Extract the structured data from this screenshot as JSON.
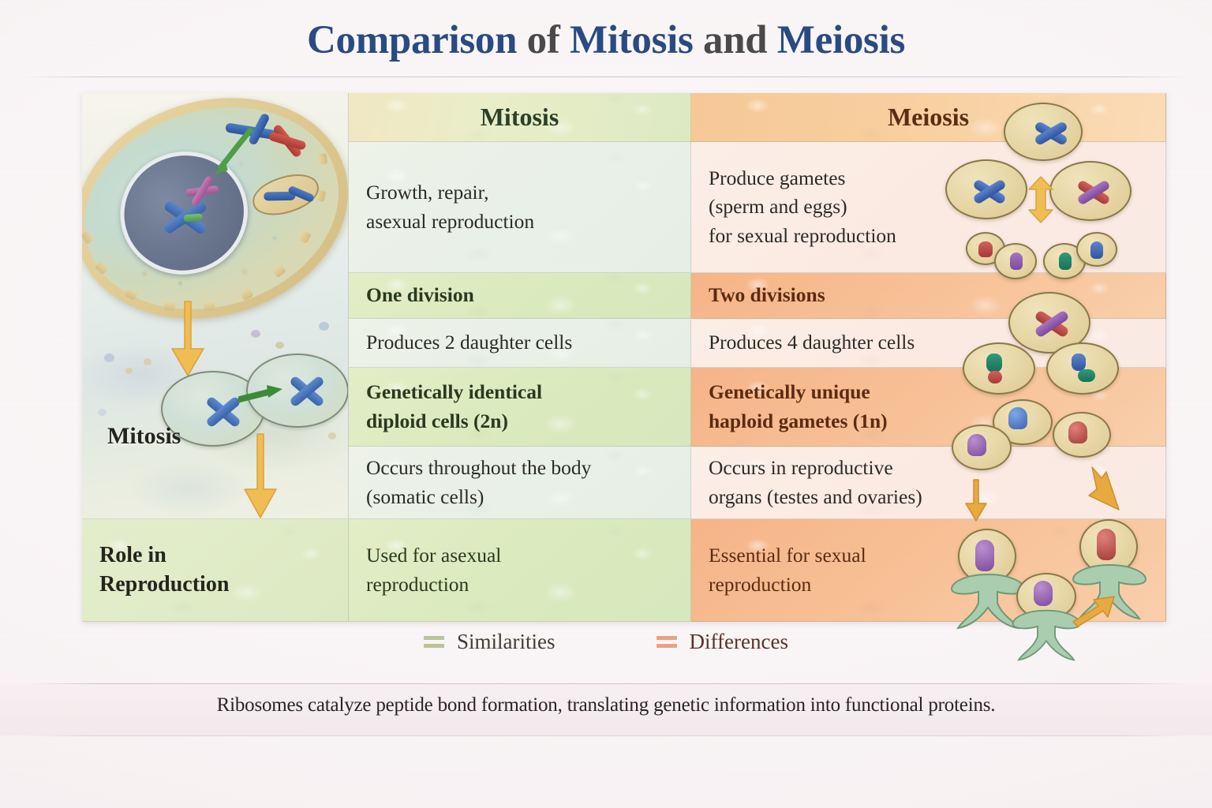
{
  "title": {
    "part1": "Comparison",
    "part2": "of",
    "part3": "Mitosis",
    "part4": "and",
    "part5": "Meiosis"
  },
  "table": {
    "headers": {
      "label_col": "",
      "mitosis": "Mitosis",
      "meiosis": "Meiosis"
    },
    "rows": [
      {
        "label": "",
        "mitosis": "Growth, repair,\nasexual reproduction",
        "meiosis": "Produce gametes\n(sperm and eggs)\nfor sexual reproduction",
        "highlight": false
      },
      {
        "label": "",
        "mitosis": "One division",
        "meiosis": "Two divisions",
        "highlight": true
      },
      {
        "label": "",
        "mitosis": "Produces 2 daughter cells",
        "meiosis": "Produces 4 daughter cells",
        "highlight": false
      },
      {
        "label": "",
        "mitosis": "Genetically identical\ndiploid cells (2n)",
        "meiosis": "Genetically unique\nhaploid gametes (1n)",
        "highlight": true
      },
      {
        "label": "",
        "mitosis": "Occurs throughout the body\n(somatic cells)",
        "meiosis": "Occurs in reproductive\norgans (testes and ovaries)",
        "highlight": false
      },
      {
        "label": "Role in\nReproduction",
        "mitosis": "Used for asexual\nreproduction",
        "meiosis": "Essential for sexual\nreproduction",
        "highlight": true
      }
    ]
  },
  "illustration": {
    "mitosis_label": "Mitosis"
  },
  "legend": {
    "similarities": "Similarities",
    "differences": "Differences",
    "similarities_color": "#b9c49a",
    "differences_color": "#e9a184"
  },
  "footer": {
    "caption": "Ribosomes catalyze peptide bond formation, translating genetic information into functional proteins."
  },
  "colors": {
    "title_accent": "#2a4a82",
    "title_neutral": "#4a4a4a",
    "mitosis_header_bg": "#e3ebc6",
    "meiosis_header_bg": "#f7cc9c",
    "mitosis_text": "#2c3f28",
    "meiosis_text": "#5c2d13",
    "page_bg": "#faf5f6"
  }
}
